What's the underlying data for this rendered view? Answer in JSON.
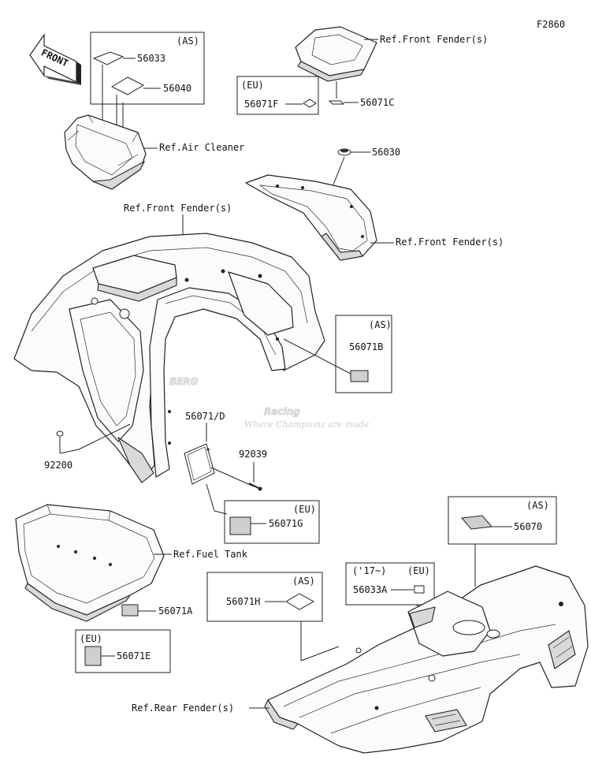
{
  "figure_code": "F2860",
  "front_arrow_label": "FRONT",
  "watermark": {
    "line1": "BERG",
    "line2": "Racing",
    "tagline": "Where Champions are made"
  },
  "boxes": {
    "as_top": "(AS)",
    "eu_top": "(EU)",
    "as_mid": "(AS)",
    "eu_mid": "(EU)",
    "eu_left": "(EU)",
    "as_right": "(AS)",
    "year_right": "('17~)",
    "eu_right": "(EU)",
    "as_bottom": "(AS)"
  },
  "labels": {
    "p56033": "56033",
    "p56040": "56040",
    "ref_air_cleaner": "Ref.Air Cleaner",
    "ref_front_fender_top": "Ref.Front Fender(s)",
    "p56071F": "56071F",
    "p56071C": "56071C",
    "p56030": "56030",
    "ref_front_fender_right": "Ref.Front Fender(s)",
    "ref_front_fender_main": "Ref.Front Fender(s)",
    "p56071B": "56071B",
    "p56071D": "56071/D",
    "p92039": "92039",
    "p92200": "92200",
    "p56071G": "56071G",
    "ref_fuel_tank": "Ref.Fuel Tank",
    "p56071A": "56071A",
    "p56071E": "56071E",
    "p56070": "56070",
    "p56033A": "56033A",
    "p56071H": "56071H",
    "ref_rear_fender": "Ref.Rear Fender(s)"
  }
}
